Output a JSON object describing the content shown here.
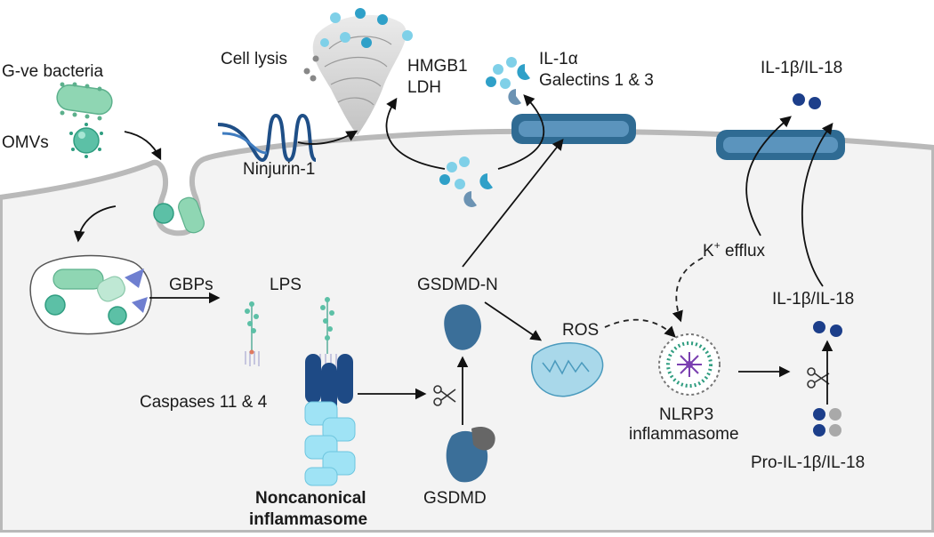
{
  "labels": {
    "bacteria": "G-ve bacteria",
    "omvs": "OMVs",
    "cell_lysis": "Cell lysis",
    "ninjurin": "Ninjurin-1",
    "hmgb1": "HMGB1",
    "ldh": "LDH",
    "il1a": "IL-1α",
    "galectins": "Galectins 1 & 3",
    "il1b_top": "IL-1β/IL-18",
    "gbps": "GBPs",
    "lps": "LPS",
    "gsdmd_n": "GSDMD-N",
    "ros": "ROS",
    "k_efflux_k": "K",
    "k_efflux_sup": "+",
    "k_efflux_rest": " efflux",
    "il1b_mid": "IL-1β/IL-18",
    "caspases": "Caspases 11 & 4",
    "nlrp3_line1": "NLRP3",
    "nlrp3_line2": "inflammasome",
    "pro_il1b": "Pro-IL-1β/IL-18",
    "noncanonical_line1": "Noncanonical",
    "noncanonical_line2": "inflammasome",
    "gsdmd": "GSDMD"
  },
  "colors": {
    "cell_interior": "#f3f3f3",
    "membrane": "#b9b9b9",
    "bacteria": "#8fd6b3",
    "omv": "#5cc0a6",
    "pore": "#2f6b93",
    "ninjurin": "#1f4f87",
    "caspase_dark": "#1e4a85",
    "caspase_light": "#9fe3f5",
    "gsdmd": "#3b6f99",
    "mito": "#a9d8ea",
    "il1b_dot": "#1c3e8a",
    "pro_dot_grey": "#a9a9a9",
    "gbp": "#6f7fd0",
    "light_dot": "#7fd0e8"
  }
}
